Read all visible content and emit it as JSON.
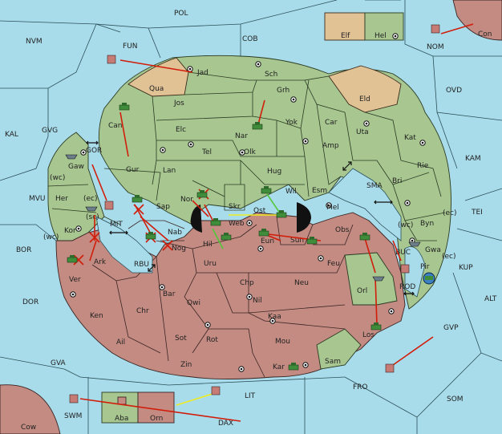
{
  "map": {
    "colors": {
      "sea": "#a9dcea",
      "green_power": "#a7c690",
      "red_power": "#c38b82",
      "neutral": "#e0c295",
      "move_arrow": "#d11d0a",
      "support_arrow": "#f0ec1e",
      "convoy_arrow": "#52c63a"
    },
    "sea_labels": [
      {
        "key": "POL",
        "text": "POL"
      },
      {
        "key": "NVM",
        "text": "NVM"
      },
      {
        "key": "FUN",
        "text": "FUN"
      },
      {
        "key": "COB",
        "text": "COB"
      },
      {
        "key": "NOM",
        "text": "NOM"
      },
      {
        "key": "OVD",
        "text": "OVD"
      },
      {
        "key": "KAL",
        "text": "KAL"
      },
      {
        "key": "GVG",
        "text": "GVG"
      },
      {
        "key": "GOR",
        "text": "GOR"
      },
      {
        "key": "MVU",
        "text": "MVU"
      },
      {
        "key": "MIT",
        "text": "MIT"
      },
      {
        "key": "BOR",
        "text": "BOR"
      },
      {
        "key": "RBU",
        "text": "RBU"
      },
      {
        "key": "DOR",
        "text": "DOR"
      },
      {
        "key": "GVA",
        "text": "GVA"
      },
      {
        "key": "KAM",
        "text": "KAM"
      },
      {
        "key": "SMA",
        "text": "SMA"
      },
      {
        "key": "TEI",
        "text": "TEI"
      },
      {
        "key": "KUP",
        "text": "KUP"
      },
      {
        "key": "BUC",
        "text": "BUC"
      },
      {
        "key": "ROD",
        "text": "ROD"
      },
      {
        "key": "ALT",
        "text": "ALT"
      },
      {
        "key": "GVP",
        "text": "GVP"
      },
      {
        "key": "FRO",
        "text": "FRO"
      },
      {
        "key": "SOM",
        "text": "SOM"
      },
      {
        "key": "LIT",
        "text": "LIT"
      },
      {
        "key": "SWM",
        "text": "SWM"
      },
      {
        "key": "DAX",
        "text": "DAX"
      }
    ],
    "land_labels": [
      {
        "key": "Elf",
        "text": "Elf"
      },
      {
        "key": "Hel",
        "text": "Hel"
      },
      {
        "key": "Con",
        "text": "Con"
      },
      {
        "key": "Jad",
        "text": "Jad"
      },
      {
        "key": "Sch",
        "text": "Sch"
      },
      {
        "key": "Qua",
        "text": "Qua"
      },
      {
        "key": "Jos",
        "text": "Jos"
      },
      {
        "key": "Grh",
        "text": "Grh"
      },
      {
        "key": "Eld",
        "text": "Eld"
      },
      {
        "key": "Can",
        "text": "Can"
      },
      {
        "key": "Elc",
        "text": "Elc"
      },
      {
        "key": "Nar",
        "text": "Nar"
      },
      {
        "key": "Yok",
        "text": "Yok"
      },
      {
        "key": "Car",
        "text": "Car"
      },
      {
        "key": "Uta",
        "text": "Uta"
      },
      {
        "key": "Kat",
        "text": "Kat"
      },
      {
        "key": "Tel",
        "text": "Tel"
      },
      {
        "key": "Olk",
        "text": "Olk"
      },
      {
        "key": "Amp",
        "text": "Amp"
      },
      {
        "key": "Gaw",
        "text": "Gaw"
      },
      {
        "key": "Gur",
        "text": "Gur"
      },
      {
        "key": "Lan",
        "text": "Lan"
      },
      {
        "key": "Hug",
        "text": "Hug"
      },
      {
        "key": "Rie",
        "text": "Rie"
      },
      {
        "key": "wc1",
        "text": "(wc)"
      },
      {
        "key": "Her",
        "text": "Her"
      },
      {
        "key": "ec1",
        "text": "(ec)"
      },
      {
        "key": "Nor",
        "text": "Nor"
      },
      {
        "key": "Skr",
        "text": "Skr"
      },
      {
        "key": "Wil",
        "text": "Wil"
      },
      {
        "key": "Esm",
        "text": "Esm"
      },
      {
        "key": "Bri",
        "text": "Bri"
      },
      {
        "key": "Sap",
        "text": "Sap"
      },
      {
        "key": "Web",
        "text": "Web"
      },
      {
        "key": "Ost",
        "text": "Ost"
      },
      {
        "key": "Mel",
        "text": "Mel"
      },
      {
        "key": "sc1",
        "text": "(sc)"
      },
      {
        "key": "Kor",
        "text": "Kor"
      },
      {
        "key": "wc2",
        "text": "(wc)"
      },
      {
        "key": "Byn",
        "text": "Byn"
      },
      {
        "key": "ec2",
        "text": "(ec)"
      },
      {
        "key": "wc3",
        "text": "(wc)"
      },
      {
        "key": "Nab",
        "text": "Nab"
      },
      {
        "key": "Hil",
        "text": "Hil"
      },
      {
        "key": "Eun",
        "text": "Eun"
      },
      {
        "key": "Sun",
        "text": "Sun"
      },
      {
        "key": "Obs",
        "text": "Obs"
      },
      {
        "key": "Gwa",
        "text": "Gwa"
      },
      {
        "key": "ec3",
        "text": "(ec)"
      },
      {
        "key": "Nog",
        "text": "Nog"
      },
      {
        "key": "Ark",
        "text": "Ark"
      },
      {
        "key": "Uru",
        "text": "Uru"
      },
      {
        "key": "Feu",
        "text": "Feu"
      },
      {
        "key": "Pir",
        "text": "Pir"
      },
      {
        "key": "Ver",
        "text": "Ver"
      },
      {
        "key": "Chp",
        "text": "Chp"
      },
      {
        "key": "Neu",
        "text": "Neu"
      },
      {
        "key": "Orl",
        "text": "Orl"
      },
      {
        "key": "Bar",
        "text": "Bar"
      },
      {
        "key": "Qwi",
        "text": "Qwi"
      },
      {
        "key": "Nil",
        "text": "Nil"
      },
      {
        "key": "Ken",
        "text": "Ken"
      },
      {
        "key": "Chr",
        "text": "Chr"
      },
      {
        "key": "Kaa",
        "text": "Kaa"
      },
      {
        "key": "Los",
        "text": "Los"
      },
      {
        "key": "Ail",
        "text": "Ail"
      },
      {
        "key": "Sot",
        "text": "Sot"
      },
      {
        "key": "Rot",
        "text": "Rot"
      },
      {
        "key": "Mou",
        "text": "Mou"
      },
      {
        "key": "Sam",
        "text": "Sam"
      },
      {
        "key": "Zin",
        "text": "Zin"
      },
      {
        "key": "Kar",
        "text": "Kar"
      },
      {
        "key": "Cow",
        "text": "Cow"
      },
      {
        "key": "Aba",
        "text": "Aba"
      },
      {
        "key": "Orn",
        "text": "Orn"
      }
    ]
  }
}
